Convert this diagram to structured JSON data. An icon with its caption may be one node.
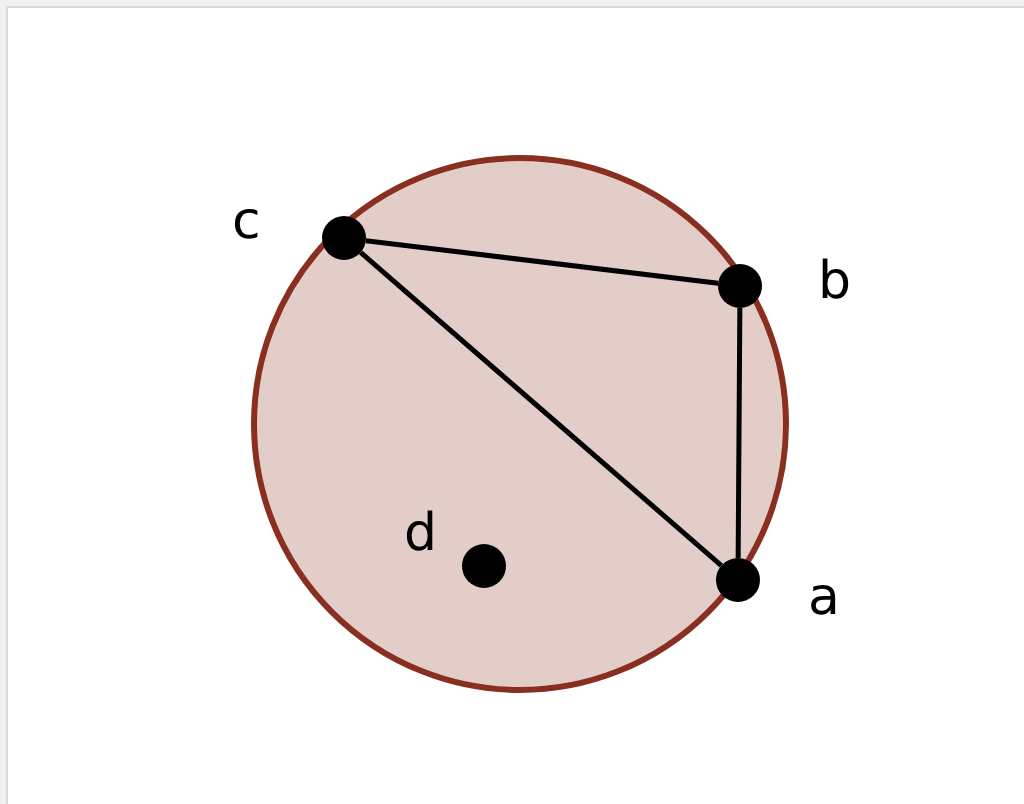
{
  "diagram": {
    "nodes": [
      {
        "text": [],
        "shape": "circle",
        "beside": [
          "c"
        ]
      },
      {
        "text": [],
        "shape": "circle",
        "beside": [
          "b"
        ]
      },
      {
        "text": [],
        "shape": "circle",
        "beside": [
          "d"
        ]
      },
      {
        "text": [],
        "shape": "circle",
        "beside": [
          "a"
        ]
      }
    ],
    "edges": [
      {
        "from": 0,
        "to": 1,
        "arrow": "none"
      },
      {
        "from": 1,
        "to": 3,
        "arrow": "none"
      },
      {
        "from": 0,
        "to": 3,
        "arrow": "none"
      }
    ]
  }
}
